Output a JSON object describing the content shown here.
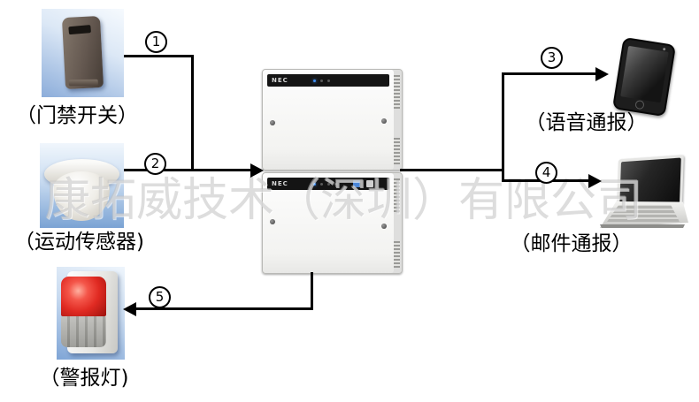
{
  "watermark": "康拓威技术（深圳）有限公司",
  "controller": {
    "brand": "NEC"
  },
  "nodes": {
    "door_switch": {
      "label": "（门禁开关）"
    },
    "motion_sensor": {
      "label": "（运动传感器)"
    },
    "alarm_light": {
      "label": "（警报灯)"
    },
    "voice_report": {
      "label": "（语音通报）"
    },
    "email_report": {
      "label": "（邮件通报）"
    }
  },
  "connections": [
    {
      "num": "1",
      "from": "door-switch",
      "to": "controller"
    },
    {
      "num": "2",
      "from": "motion-sensor",
      "to": "controller"
    },
    {
      "num": "3",
      "from": "controller",
      "to": "voice-report"
    },
    {
      "num": "4",
      "from": "controller",
      "to": "email-report"
    },
    {
      "num": "5",
      "from": "controller",
      "to": "alarm-light"
    }
  ],
  "colors": {
    "line": "#000000",
    "label_text": "#000000",
    "led_blue": "#3f8ef2",
    "alarm_red": "#e02a22",
    "photo_background_blue": "#8cadda"
  }
}
